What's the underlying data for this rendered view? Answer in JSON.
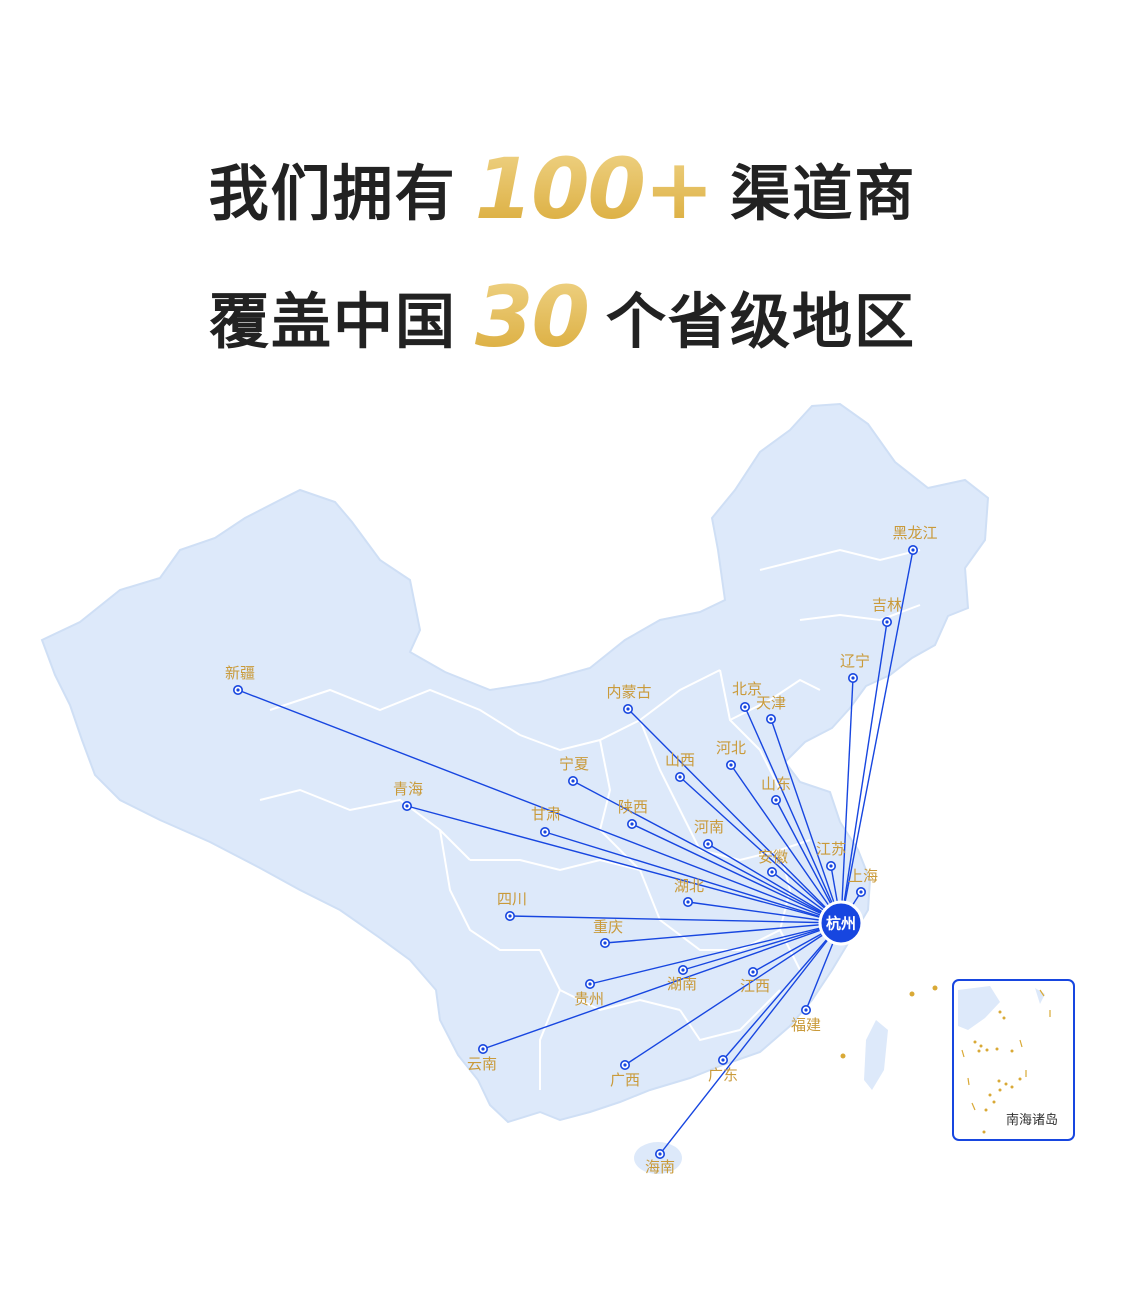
{
  "headline": {
    "line1_prefix": "我们拥有",
    "line1_number": "100+",
    "line1_suffix": "渠道商",
    "line2_prefix": "覆盖中国",
    "line2_number": "30",
    "line2_suffix": "个省级地区"
  },
  "colors": {
    "land": "#dde9fa",
    "border": "#ffffff",
    "route": "#1746e0",
    "label": "#c99a3a",
    "hub": "#1746e0",
    "gold": "#d9a936"
  },
  "hub": {
    "name": "杭州"
  },
  "inset": {
    "label": "南海诸岛"
  },
  "provinces": [
    {
      "name": "黑龙江"
    },
    {
      "name": "吉林"
    },
    {
      "name": "辽宁"
    },
    {
      "name": "北京"
    },
    {
      "name": "天津"
    },
    {
      "name": "内蒙古"
    },
    {
      "name": "新疆"
    },
    {
      "name": "河北"
    },
    {
      "name": "山西"
    },
    {
      "name": "宁夏"
    },
    {
      "name": "山东"
    },
    {
      "name": "青海"
    },
    {
      "name": "甘肃"
    },
    {
      "name": "陕西"
    },
    {
      "name": "河南"
    },
    {
      "name": "江苏"
    },
    {
      "name": "安徽"
    },
    {
      "name": "上海"
    },
    {
      "name": "湖北"
    },
    {
      "name": "四川"
    },
    {
      "name": "重庆"
    },
    {
      "name": "湖南"
    },
    {
      "name": "江西"
    },
    {
      "name": "贵州"
    },
    {
      "name": "福建"
    },
    {
      "name": "云南"
    },
    {
      "name": "广西"
    },
    {
      "name": "广东"
    },
    {
      "name": "海南"
    }
  ]
}
